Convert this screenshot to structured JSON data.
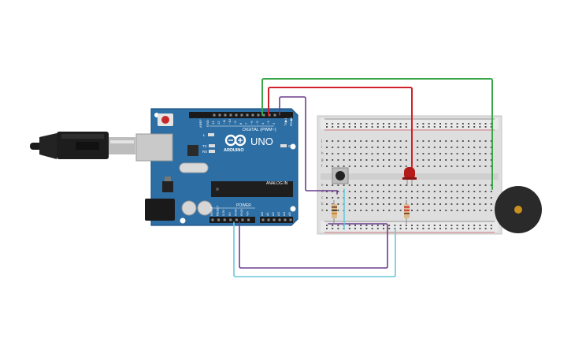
{
  "arduino": {
    "brand": "ARDUINO",
    "model": "UNO",
    "digital_label": "DIGITAL (PWM~)",
    "analog_label": "ANALOG IN",
    "power_label": "POWER",
    "on_label": "ON",
    "tx_label": "TX",
    "rx_label": "RX",
    "l_label": "L",
    "aref_label": "AREF",
    "gnd_label": "GND",
    "tx_pin_label": "TX▶1",
    "rx_pin_label": "RX◀0",
    "digital_pins": [
      "13",
      "12",
      "~11",
      "~10",
      "~9",
      "8",
      "7",
      "~6",
      "~5",
      "4",
      "~3",
      "2"
    ],
    "power_pins": [
      "IOREF",
      "RESET",
      "3.3V",
      "5V",
      "GND",
      "GND",
      "Vin"
    ],
    "analog_pins": [
      "A0",
      "A1",
      "A2",
      "A3",
      "A4",
      "A5"
    ]
  },
  "breadboard": {
    "row_letters_top": [
      "j",
      "i",
      "h",
      "g",
      "f"
    ],
    "row_letters_bottom": [
      "e",
      "d",
      "c",
      "b",
      "a"
    ],
    "columns": 30
  },
  "colors": {
    "board": "#2d6ea4",
    "board_edge": "#1f5586",
    "wire_green": "#3aa64a",
    "wire_red": "#d0202a",
    "wire_purple": "#6a3d8f",
    "wire_cyan": "#6cc7d8",
    "led": "#b51a1a",
    "buzzer": "#2a2a2a",
    "buzzer_center": "#c9901f"
  }
}
